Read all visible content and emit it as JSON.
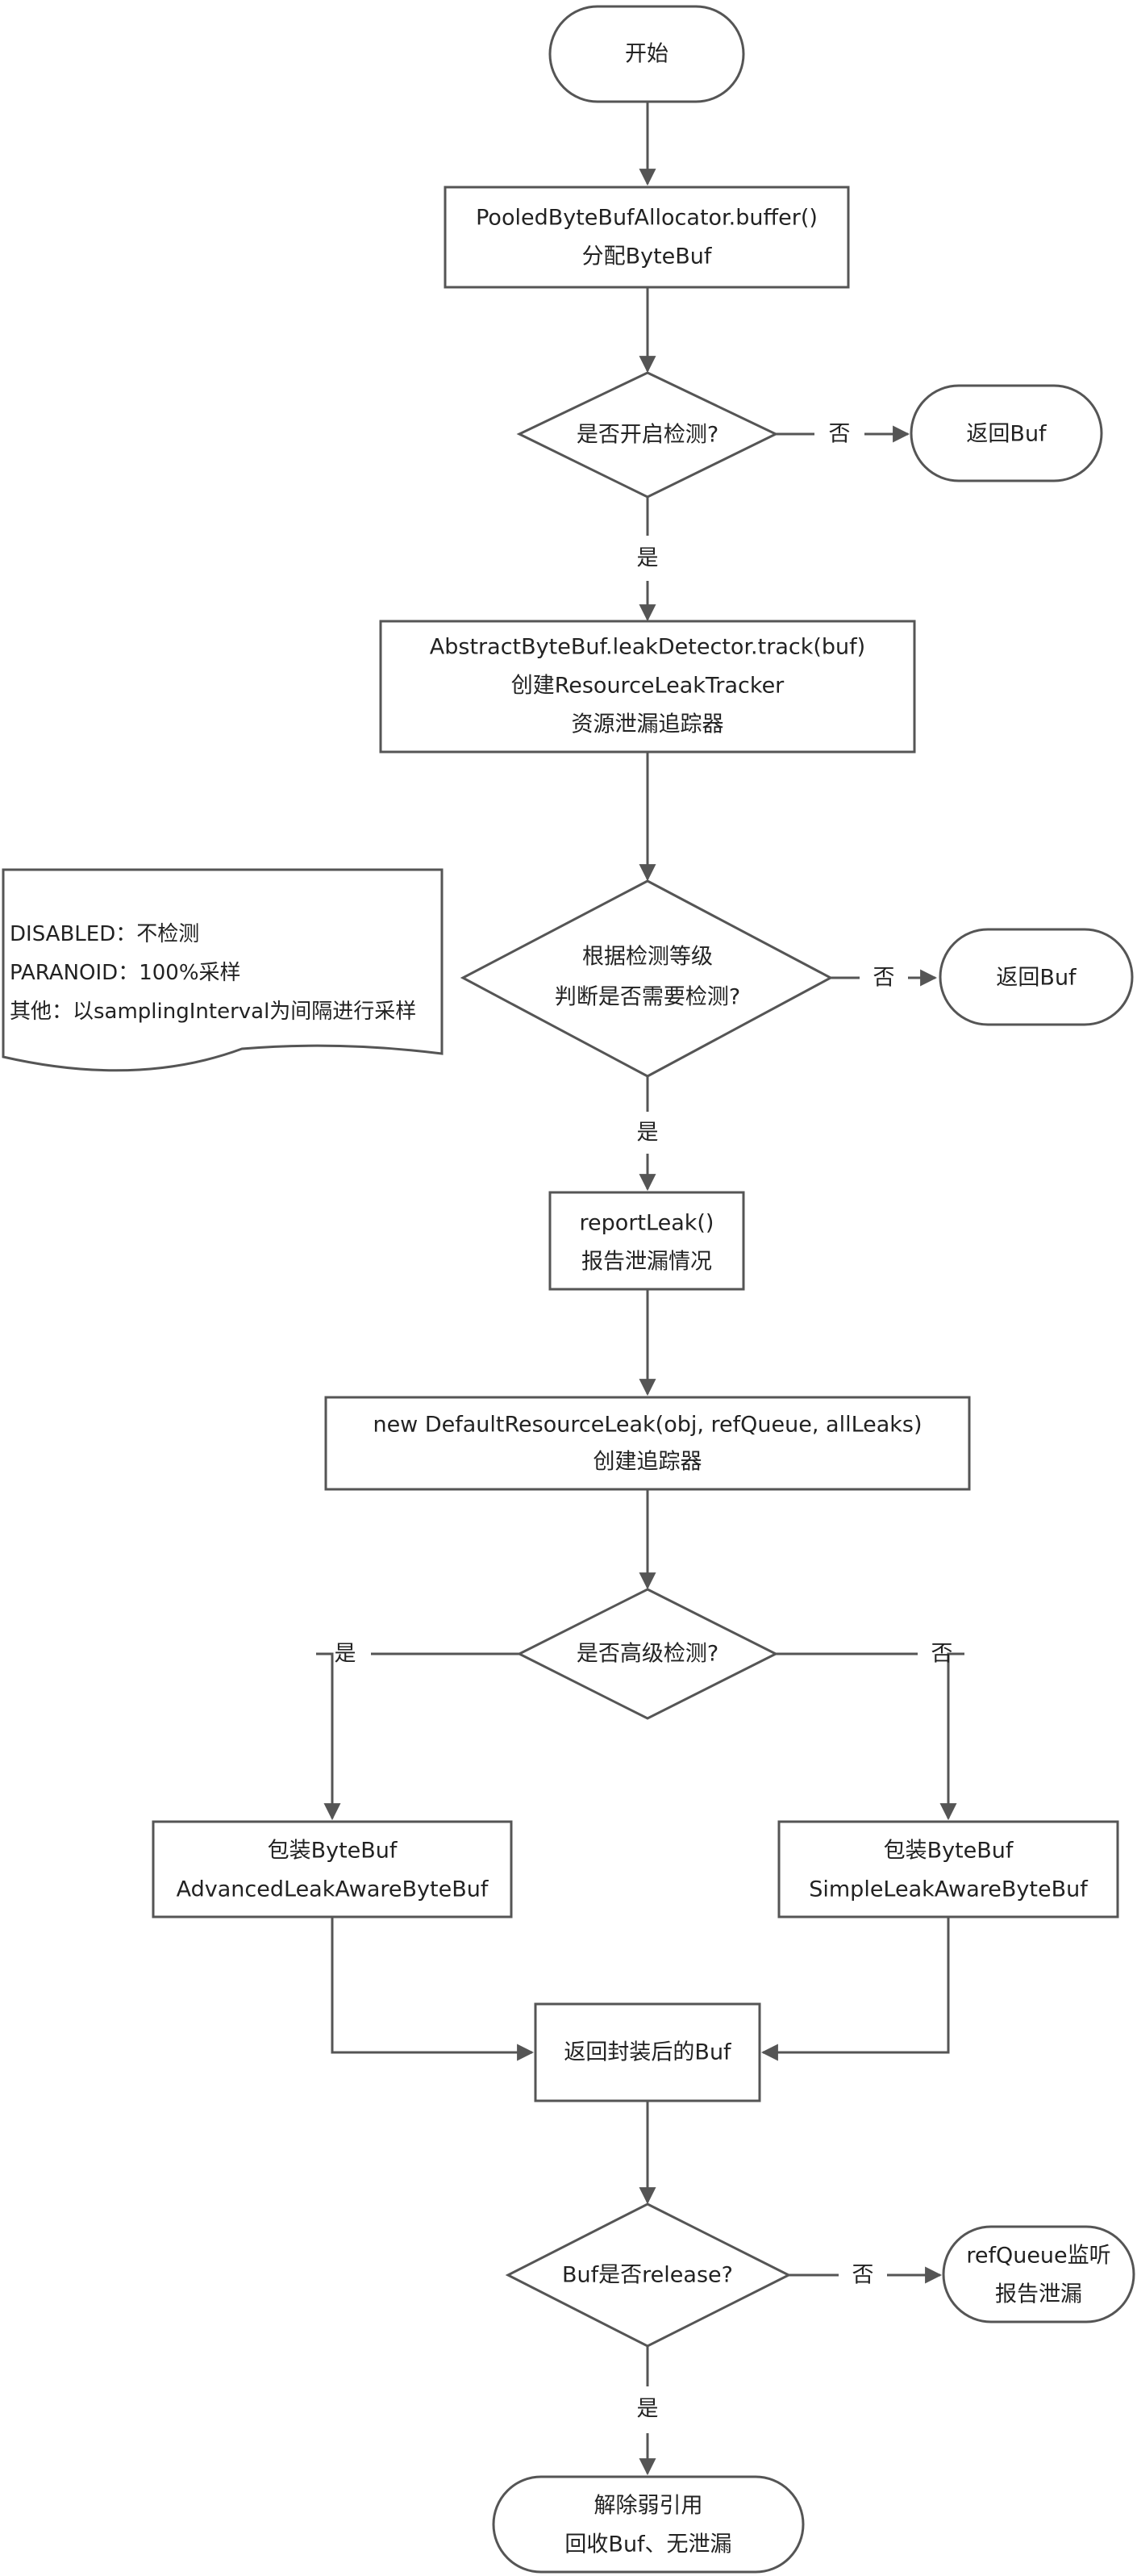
{
  "nodes": {
    "start": {
      "lines": [
        "开始"
      ]
    },
    "allocate": {
      "lines": [
        "PooledByteBufAllocator.buffer()",
        "分配ByteBuf"
      ]
    },
    "check_enabled": {
      "lines": [
        "是否开启检测?"
      ]
    },
    "return_buf_1": {
      "lines": [
        "返回Buf"
      ]
    },
    "track": {
      "lines": [
        "AbstractByteBuf.leakDetector.track(buf)",
        "创建ResourceLeakTracker",
        "资源泄漏追踪器"
      ]
    },
    "check_level": {
      "lines": [
        "根据检测等级",
        "判断是否需要检测?"
      ]
    },
    "return_buf_2": {
      "lines": [
        "返回Buf"
      ]
    },
    "report_leak": {
      "lines": [
        "reportLeak()",
        "报告泄漏情况"
      ]
    },
    "new_tracker": {
      "lines": [
        "new DefaultResourceLeak(obj, refQueue, allLeaks)",
        "创建追踪器"
      ]
    },
    "check_advanced": {
      "lines": [
        "是否高级检测?"
      ]
    },
    "wrap_advanced": {
      "lines": [
        "包装ByteBuf",
        "AdvancedLeakAwareByteBuf"
      ]
    },
    "wrap_simple": {
      "lines": [
        "包装ByteBuf",
        "SimpleLeakAwareByteBuf"
      ]
    },
    "return_wrapped": {
      "lines": [
        "返回封装后的Buf"
      ]
    },
    "check_release": {
      "lines": [
        "Buf是否release?"
      ]
    },
    "ref_queue": {
      "lines": [
        "refQueue监听",
        "报告泄漏"
      ]
    },
    "end": {
      "lines": [
        "解除弱引用",
        "回收Buf、无泄漏"
      ]
    }
  },
  "note": {
    "lines": [
      "DISABLED：不检测",
      "PARANOID：100%采样",
      " 其他：以samplingInterval为间隔进行采样"
    ]
  },
  "edge_labels": {
    "enabled_no": "否",
    "enabled_yes": "是",
    "level_no": "否",
    "level_yes": "是",
    "advanced_yes": "是",
    "advanced_no": "否",
    "release_no": "否",
    "release_yes": "是"
  },
  "colors": {
    "stroke": "#555555",
    "fill": "#ffffff",
    "text": "#222222"
  }
}
